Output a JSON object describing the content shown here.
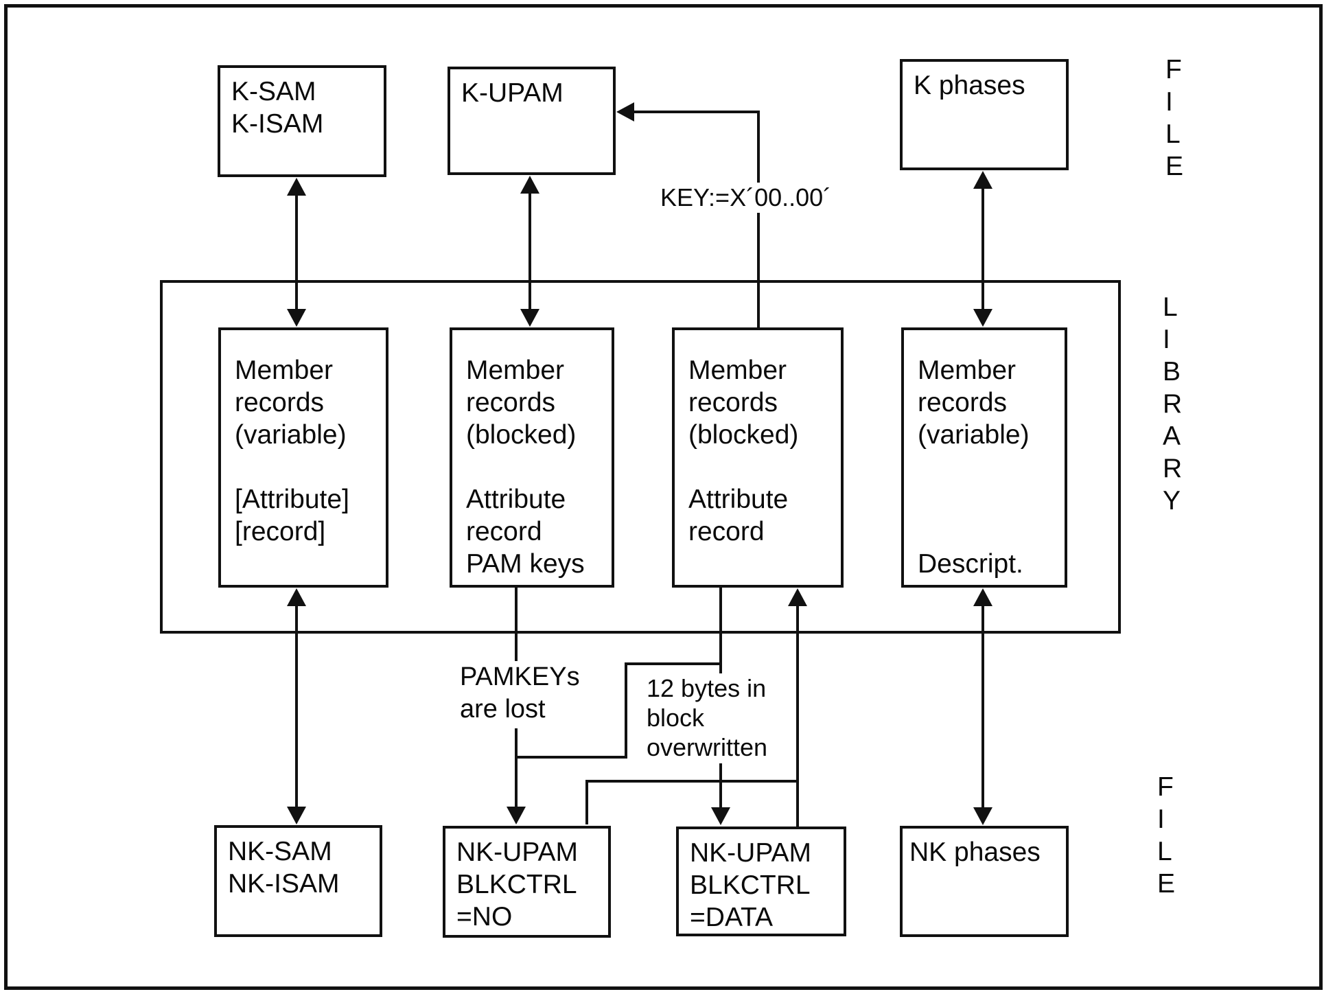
{
  "diagram": {
    "side_labels": {
      "file_top": "F\nI\nL\nE",
      "library": "L\nI\nB\nR\nA\nR\nY",
      "file_bottom": "F\nI\nL\nE"
    },
    "boxes": {
      "k_sam": "K-SAM\nK-ISAM",
      "k_upam": "K-UPAM",
      "k_phases": "K phases",
      "member_variable_left": "Member\nrecords\n(variable)\n\n[Attribute]\n[record]",
      "member_blocked_pamkeys": "Member\nrecords\n(blocked)\n\nAttribute\nrecord\nPAM keys",
      "member_blocked_attr": "Member\nrecords\n(blocked)\n\nAttribute\nrecord",
      "member_variable_right": "Member\nrecords\n(variable)\n\n\n\nDescript.",
      "nk_sam": "NK-SAM\nNK-ISAM",
      "nk_upam_no": "NK-UPAM\nBLKCTRL\n=NO",
      "nk_upam_data": "NK-UPAM\nBLKCTRL\n=DATA",
      "nk_phases": "NK phases"
    },
    "annotations": {
      "key_assignment": "KEY:=X´00..00´",
      "pamkeys_lost": "PAMKEYs\nare lost",
      "bytes_overwritten": "12 bytes in\nblock\noverwritten"
    },
    "colors": {
      "line": "#111111",
      "text": "#0a0a0a",
      "background": "#ffffff"
    }
  }
}
